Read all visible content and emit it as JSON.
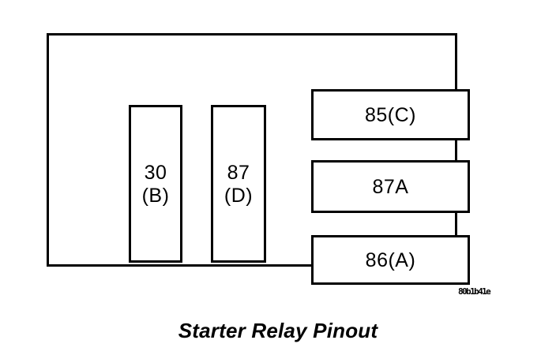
{
  "diagram": {
    "caption": "Starter Relay Pinout",
    "watermark": "80b1b41e",
    "stroke_color": "#000000",
    "background_color": "#ffffff",
    "terminals": [
      {
        "id": "t30",
        "number": "30",
        "letter": "(B)",
        "shape": "tall"
      },
      {
        "id": "t87",
        "number": "87",
        "letter": "(D)",
        "shape": "tall"
      },
      {
        "id": "t85",
        "number": "85(C)",
        "letter": "",
        "shape": "wide"
      },
      {
        "id": "t87a",
        "number": "87A",
        "letter": "",
        "shape": "wide"
      },
      {
        "id": "t86",
        "number": "86(A)",
        "letter": "",
        "shape": "wide"
      }
    ]
  }
}
